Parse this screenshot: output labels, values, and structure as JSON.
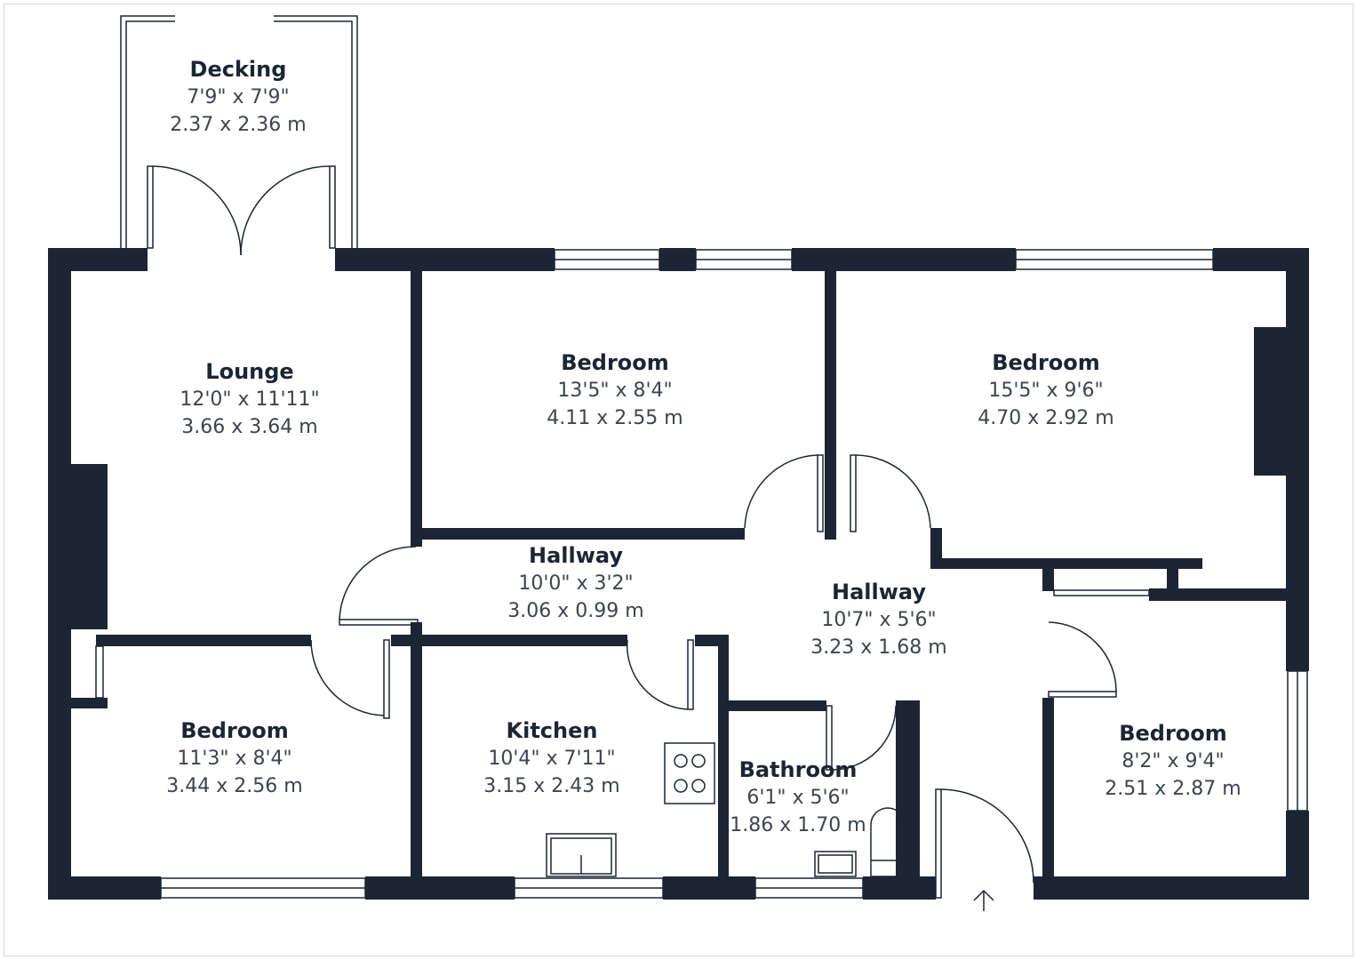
{
  "colors": {
    "wall": "#1c2533",
    "text": "#1c2533",
    "dim_text": "#3d4450"
  },
  "rooms": [
    {
      "name": "Decking",
      "imperial": "7'9\" x 7'9\"",
      "metric": "2.37 x 2.36 m"
    },
    {
      "name": "Lounge",
      "imperial": "12'0\" x 11'11\"",
      "metric": "3.66 x 3.64 m"
    },
    {
      "name": "Bedroom",
      "imperial": "13'5\" x 8'4\"",
      "metric": "4.11 x 2.55 m"
    },
    {
      "name": "Bedroom",
      "imperial": "15'5\" x 9'6\"",
      "metric": "4.70 x 2.92 m"
    },
    {
      "name": "Hallway",
      "imperial": "10'0\" x 3'2\"",
      "metric": "3.06 x 0.99 m"
    },
    {
      "name": "Hallway",
      "imperial": "10'7\" x 5'6\"",
      "metric": "3.23 x 1.68 m"
    },
    {
      "name": "Bedroom",
      "imperial": "11'3\" x 8'4\"",
      "metric": "3.44 x 2.56 m"
    },
    {
      "name": "Kitchen",
      "imperial": "10'4\" x 7'11\"",
      "metric": "3.15 x 2.43 m"
    },
    {
      "name": "Bathroom",
      "imperial": "6'1\" x 5'6\"",
      "metric": "1.86 x 1.70 m"
    },
    {
      "name": "Bedroom",
      "imperial": "8'2\" x 9'4\"",
      "metric": "2.51 x 2.87 m"
    }
  ]
}
